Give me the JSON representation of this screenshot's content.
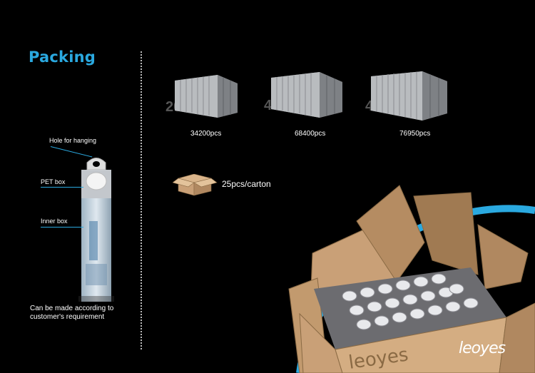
{
  "header": {
    "title": "Packing"
  },
  "product_labels": {
    "hanging": "Hole for hanging",
    "pet": "PET box",
    "inner": "Inner box"
  },
  "note": {
    "line1": "Can be made according to",
    "line2": "customer's requirement"
  },
  "containers": [
    {
      "size_label": "20GP",
      "quantity": "34200pcs"
    },
    {
      "size_label": "40GP",
      "quantity": "68400pcs"
    },
    {
      "size_label": "40HQ",
      "quantity": "76950pcs"
    }
  ],
  "carton": {
    "text": "25pcs/carton"
  },
  "brand": {
    "logo": "leoyes",
    "box_print": "leoyes"
  },
  "colors": {
    "accent": "#2aa9e0",
    "background": "#000000",
    "carton": "#c9a077"
  }
}
